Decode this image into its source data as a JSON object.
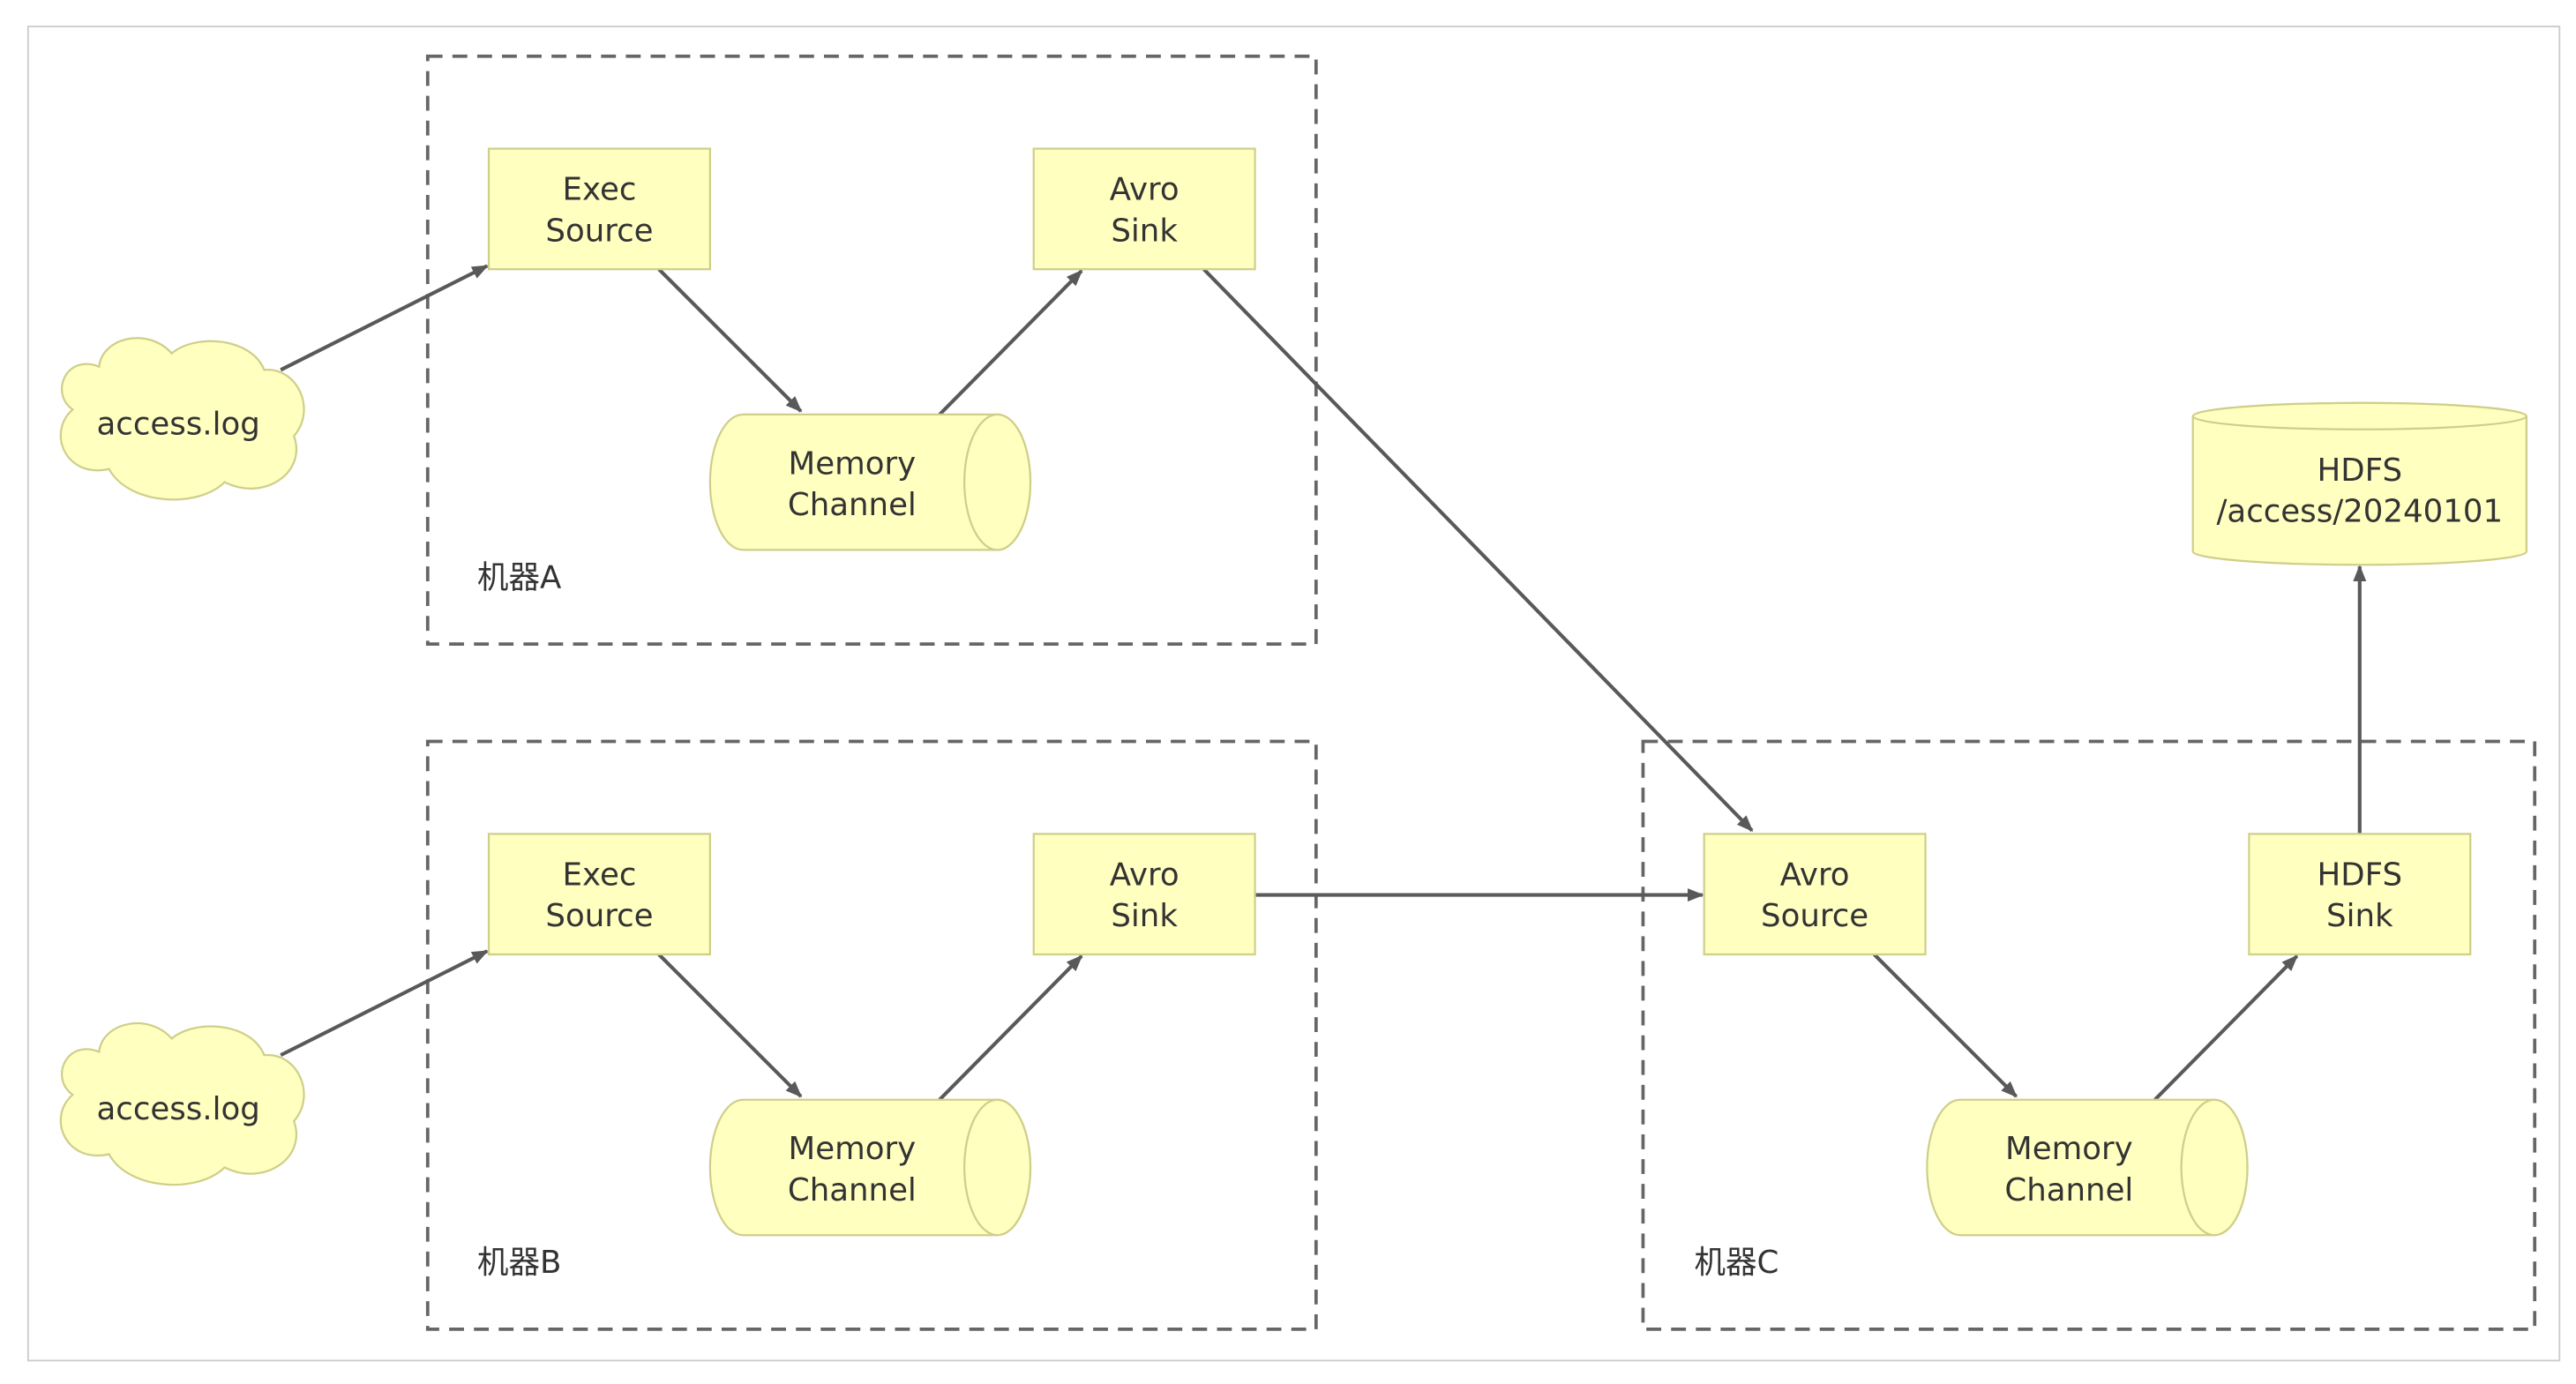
{
  "diagram": {
    "machines": [
      {
        "id": "A",
        "label": "机器A"
      },
      {
        "id": "B",
        "label": "机器B"
      },
      {
        "id": "C",
        "label": "机器C"
      }
    ],
    "nodes": {
      "log_a": {
        "lines": [
          "access.log"
        ]
      },
      "log_b": {
        "lines": [
          "access.log"
        ]
      },
      "exec_a": {
        "lines": [
          "Exec",
          "Source"
        ]
      },
      "avro_sink_a": {
        "lines": [
          "Avro",
          "Sink"
        ]
      },
      "mem_a": {
        "lines": [
          "Memory",
          "Channel"
        ]
      },
      "exec_b": {
        "lines": [
          "Exec",
          "Source"
        ]
      },
      "avro_sink_b": {
        "lines": [
          "Avro",
          "Sink"
        ]
      },
      "mem_b": {
        "lines": [
          "Memory",
          "Channel"
        ]
      },
      "avro_src_c": {
        "lines": [
          "Avro",
          "Source"
        ]
      },
      "hdfs_sink_c": {
        "lines": [
          "HDFS",
          "Sink"
        ]
      },
      "mem_c": {
        "lines": [
          "Memory",
          "Channel"
        ]
      },
      "hdfs": {
        "lines": [
          "HDFS",
          "/access/20240101"
        ]
      }
    },
    "edges": [
      {
        "from": "log_a",
        "to": "exec_a"
      },
      {
        "from": "exec_a",
        "to": "mem_a"
      },
      {
        "from": "mem_a",
        "to": "avro_sink_a"
      },
      {
        "from": "avro_sink_a",
        "to": "avro_src_c"
      },
      {
        "from": "log_b",
        "to": "exec_b"
      },
      {
        "from": "exec_b",
        "to": "mem_b"
      },
      {
        "from": "mem_b",
        "to": "avro_sink_b"
      },
      {
        "from": "avro_sink_b",
        "to": "avro_src_c"
      },
      {
        "from": "avro_src_c",
        "to": "mem_c"
      },
      {
        "from": "mem_c",
        "to": "hdfs_sink_c"
      },
      {
        "from": "hdfs_sink_c",
        "to": "hdfs"
      }
    ],
    "colors": {
      "node_fill": "#ffffc0",
      "node_stroke": "#cfcf8a",
      "edge": "#595959",
      "container_stroke": "#666666",
      "frame_stroke": "#cccccc",
      "text": "#333333"
    }
  }
}
